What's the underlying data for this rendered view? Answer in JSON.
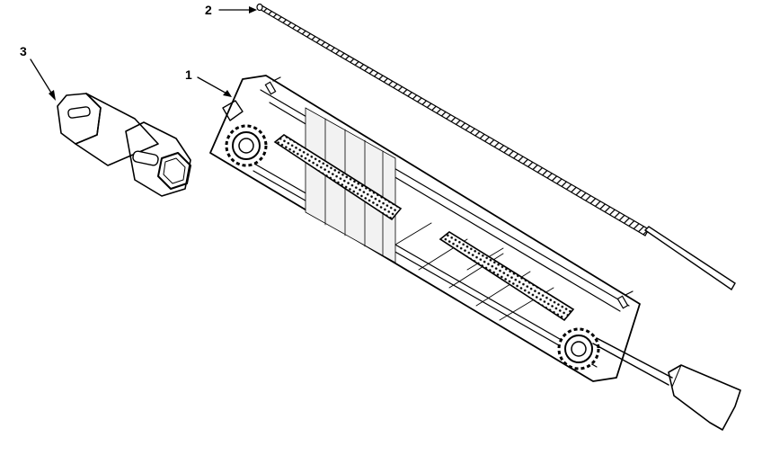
{
  "callouts": [
    {
      "id": "file-guide",
      "label": "1"
    },
    {
      "id": "round-file",
      "label": "2"
    },
    {
      "id": "socket-wrench",
      "label": "3"
    }
  ],
  "colors": {
    "ink": "#000000",
    "paper": "#ffffff",
    "shade": "#e8e8e8"
  }
}
